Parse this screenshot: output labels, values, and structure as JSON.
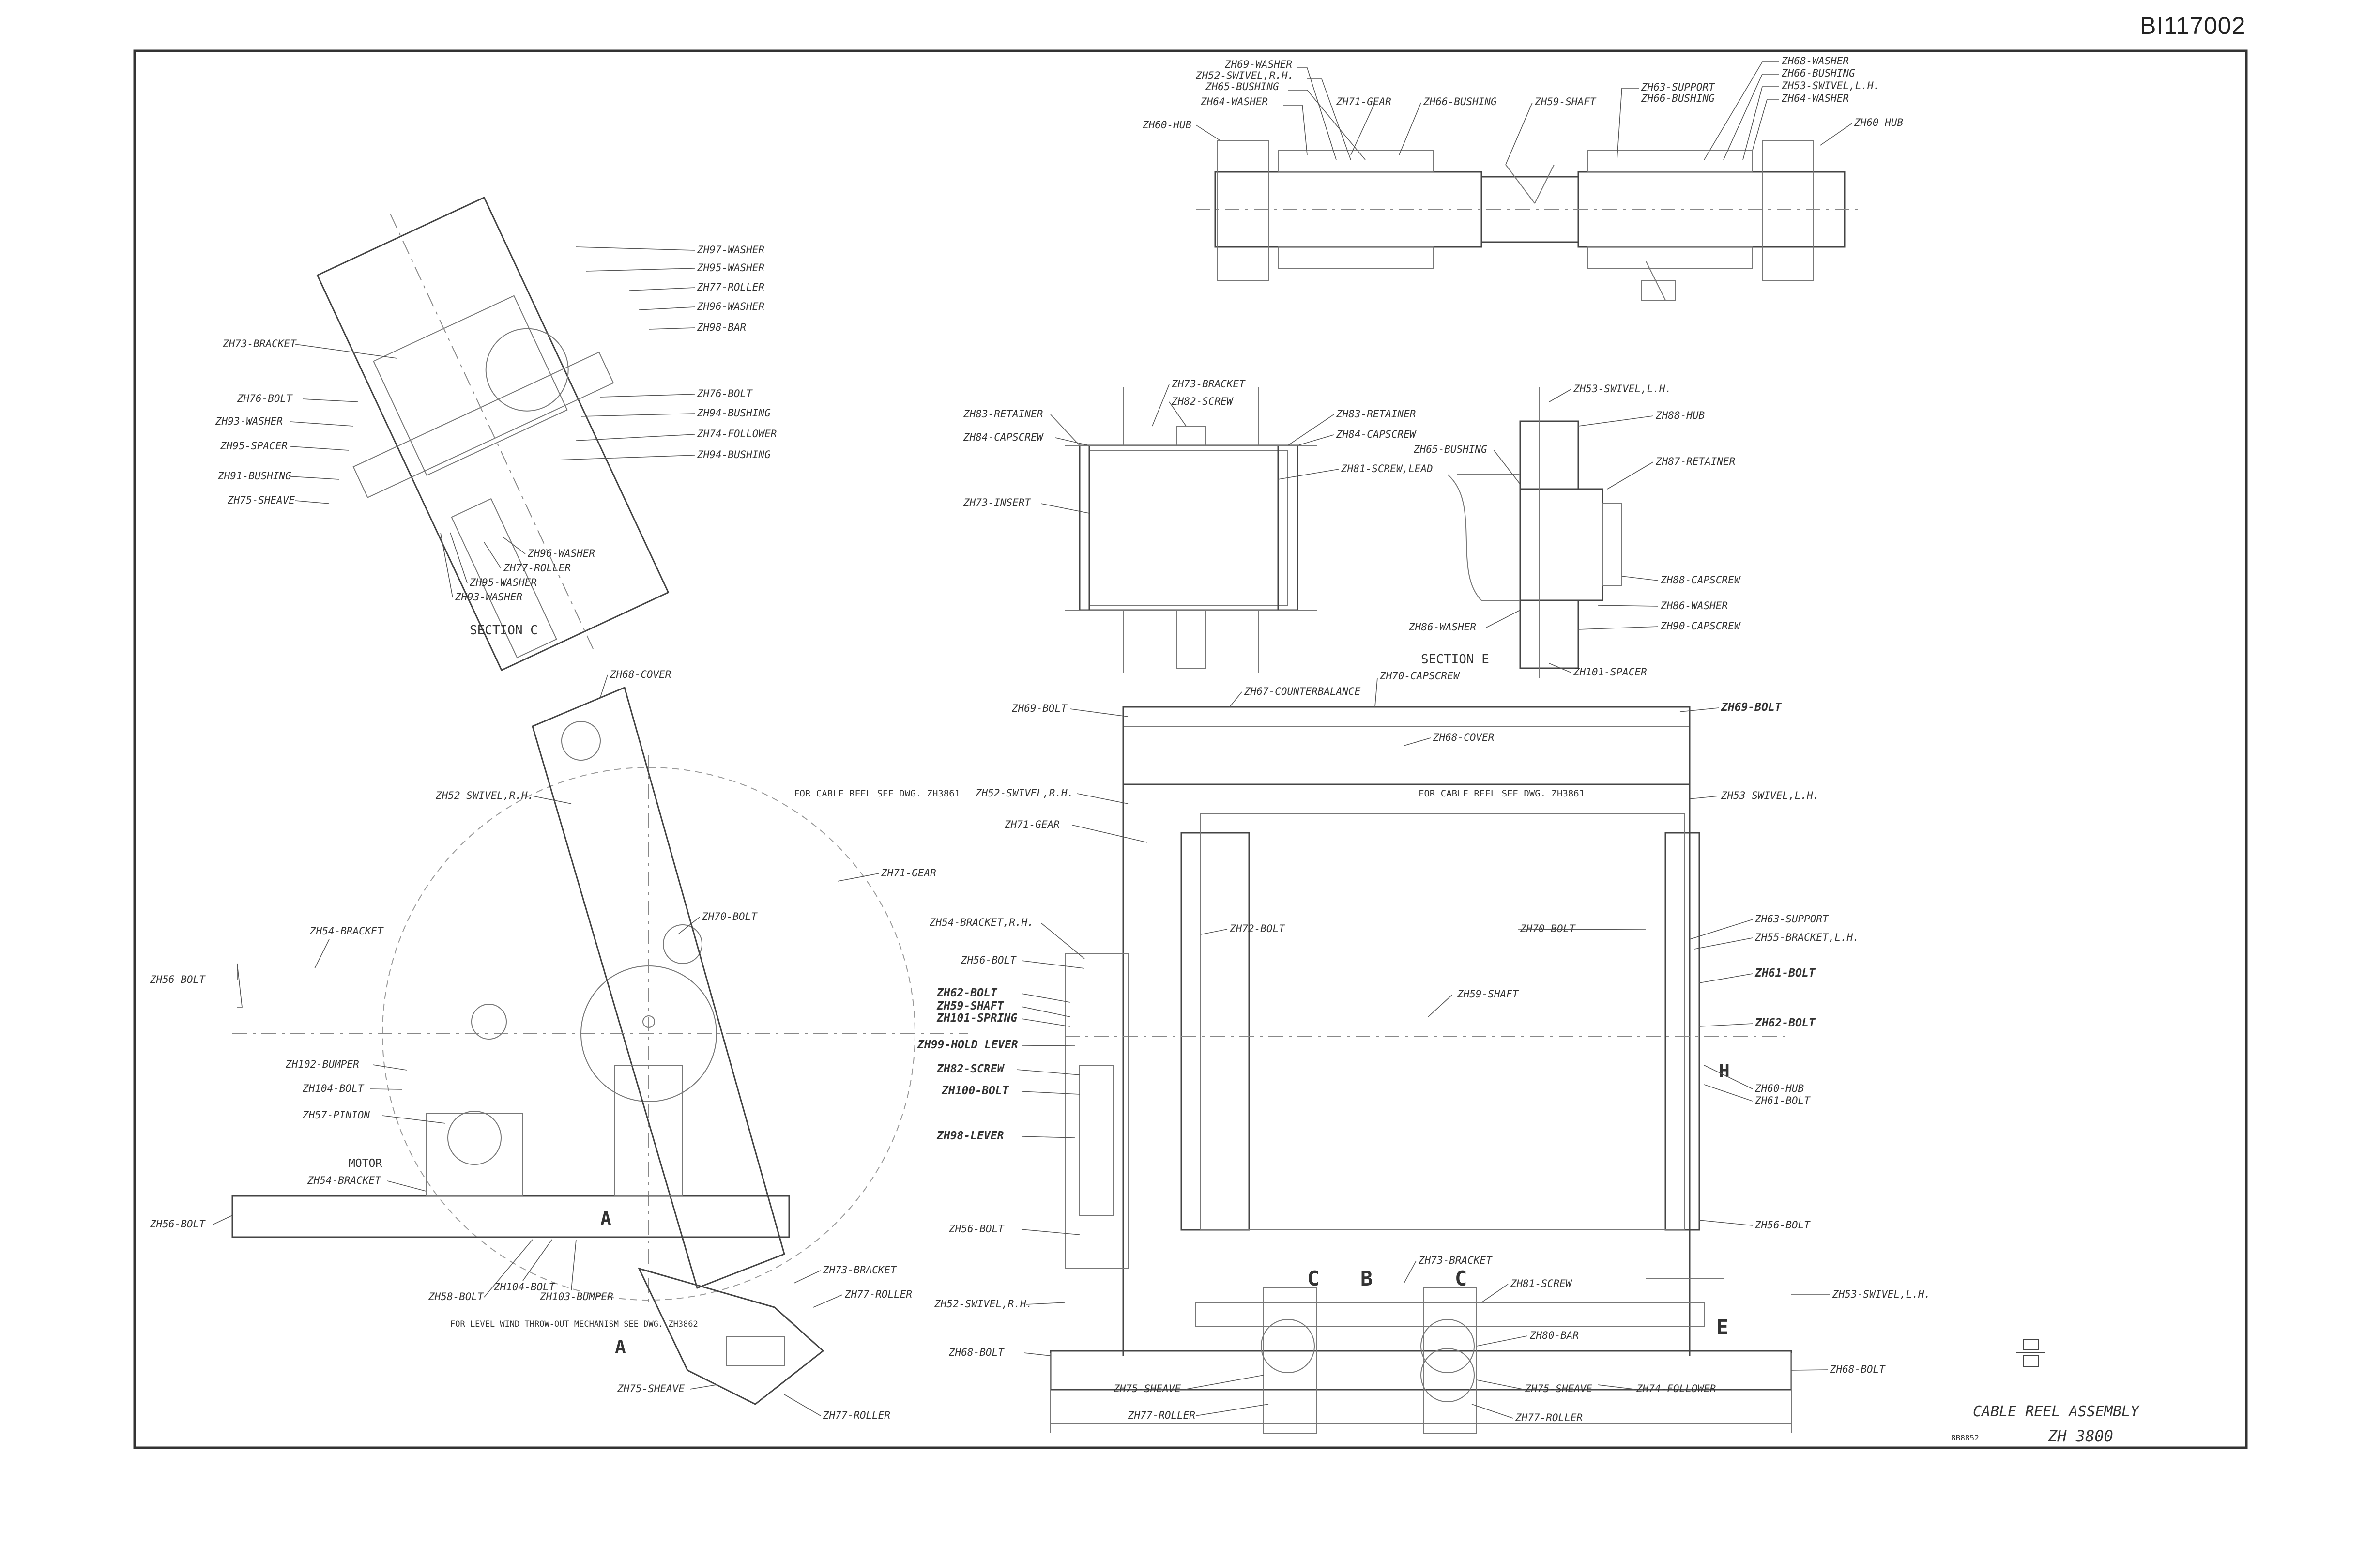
{
  "sheet_id": "BI117002",
  "title_block": {
    "title": "CABLE REEL ASSEMBLY",
    "number": "ZH 3800",
    "stamp": "8B8852"
  },
  "section_titles": {
    "section_c": "SECTION C",
    "section_e": "SECTION E"
  },
  "section_markers": [
    "C",
    "B",
    "C",
    "E",
    "A",
    "A",
    "H"
  ],
  "notes": {
    "cable_reel_left": "FOR CABLE REEL SEE DWG. ZH3861",
    "cable_reel_right": "FOR CABLE REEL SEE DWG. ZH3861",
    "level_wind": "FOR LEVEL WIND THROW-OUT MECHANISM SEE DWG. ZH3862",
    "motor": "MOTOR"
  },
  "labels": {
    "top_view": [
      "ZH69-WASHER",
      "ZH52-SWIVEL,R.H.",
      "ZH65-BUSHING",
      "ZH64-WASHER",
      "ZH60-HUB",
      "ZH71-GEAR",
      "ZH66-BUSHING",
      "ZH59-SHAFT",
      "ZH63-SUPPORT",
      "ZH66-BUSHING",
      "ZH68-WASHER",
      "ZH66-BUSHING",
      "ZH53-SWIVEL,L.H.",
      "ZH64-WASHER",
      "ZH60-HUB"
    ],
    "section_c": [
      "ZH97-WASHER",
      "ZH95-WASHER",
      "ZH77-ROLLER",
      "ZH96-WASHER",
      "ZH98-BAR",
      "ZH73-BRACKET",
      "ZH76-BOLT",
      "ZH93-WASHER",
      "ZH95-SPACER",
      "ZH91-BUSHING",
      "ZH75-SHEAVE",
      "ZH76-BOLT",
      "ZH94-BUSHING",
      "ZH74-FOLLOWER",
      "ZH94-BUSHING",
      "ZH96-WASHER",
      "ZH77-ROLLER",
      "ZH95-WASHER",
      "ZH93-WASHER"
    ],
    "section_b": [
      "ZH73-BRACKET",
      "ZH82-SCREW",
      "ZH83-RETAINER",
      "ZH84-CAPSCREW",
      "ZH73-INSERT",
      "ZH83-RETAINER",
      "ZH84-CAPSCREW",
      "ZH81-SCREW,LEAD"
    ],
    "section_e": [
      "ZH53-SWIVEL,L.H.",
      "ZH88-HUB",
      "ZH65-BUSHING",
      "ZH87-RETAINER",
      "ZH88-CAPSCREW",
      "ZH86-WASHER",
      "ZH90-CAPSCREW",
      "ZH86-WASHER",
      "ZH101-SPACER"
    ],
    "side_view": [
      "ZH68-COVER",
      "ZH52-SWIVEL,R.H.",
      "ZH71-GEAR",
      "ZH70-BOLT",
      "ZH54-BRACKET",
      "ZH56-BOLT",
      "ZH102-BUMPER",
      "ZH104-BOLT",
      "ZH57-PINION",
      "ZH54-BRACKET",
      "ZH56-BOLT",
      "ZH104-BOLT",
      "ZH58-BOLT",
      "ZH103-BUMPER",
      "ZH73-BRACKET",
      "ZH77-ROLLER",
      "ZH75-SHEAVE",
      "ZH77-ROLLER"
    ],
    "front_view_left": [
      "ZH69-BOLT",
      "ZH67-COUNTERBALANCE",
      "ZH70-CAPSCREW",
      "ZH68-COVER",
      "ZH52-SWIVEL,R.H.",
      "ZH71-GEAR",
      "ZH54-BRACKET,R.H.",
      "ZH72-BOLT",
      "ZH56-BOLT",
      "ZH62-BOLT",
      "ZH59-SHAFT",
      "ZH101-SPRING",
      "ZH99-HOLD LEVER",
      "ZH82-SCREW",
      "ZH100-BOLT",
      "ZH98-LEVER",
      "ZH56-BOLT",
      "ZH52-SWIVEL,R.H.",
      "ZH68-BOLT",
      "ZH75-SHEAVE",
      "ZH77-ROLLER"
    ],
    "front_view_right": [
      "ZH69-BOLT",
      "ZH53-SWIVEL,L.H.",
      "ZH63-SUPPORT",
      "ZH55-BRACKET,L.H.",
      "ZH70-BOLT",
      "ZH61-BOLT",
      "ZH59-SHAFT",
      "ZH62-BOLT",
      "ZH60-HUB",
      "ZH61-BOLT",
      "ZH56-BOLT",
      "ZH53-SWIVEL,L.H.",
      "ZH68-BOLT",
      "ZH73-BRACKET",
      "ZH81-SCREW",
      "ZH80-BAR",
      "ZH75-SHEAVE",
      "ZH74-FOLLOWER",
      "ZH77-ROLLER"
    ]
  }
}
